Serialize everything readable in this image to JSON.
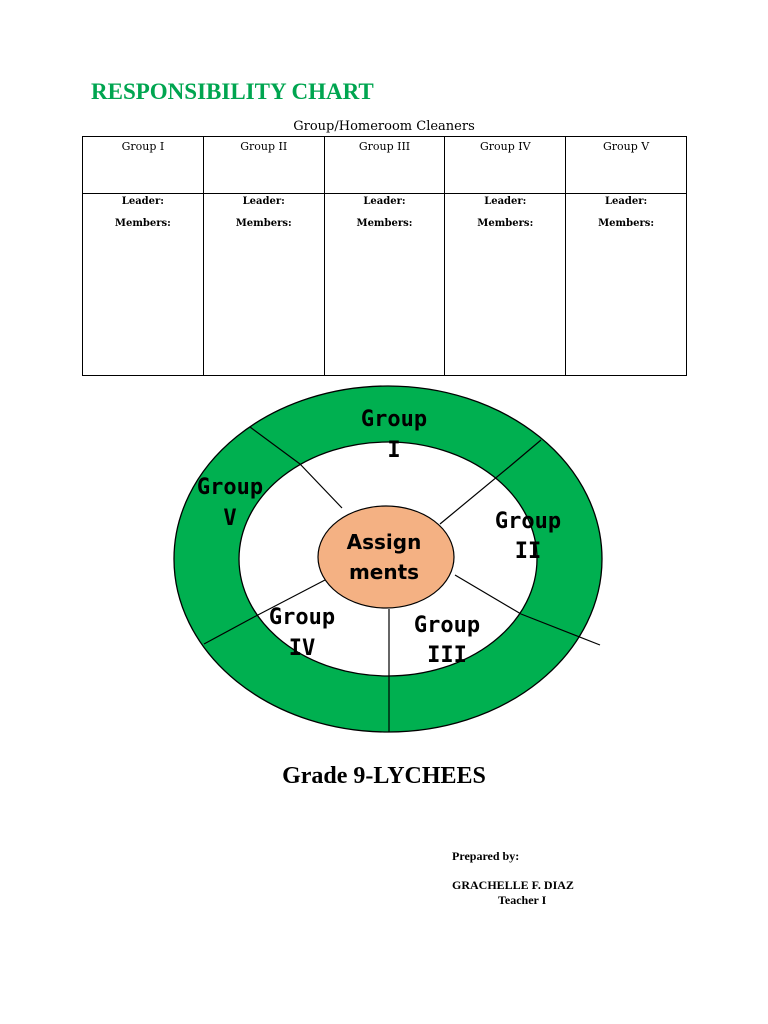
{
  "title": "RESPONSIBILITY CHART",
  "table": {
    "caption": "Group/Homeroom Cleaners",
    "columns": [
      "Group I",
      "Group II",
      "Group III",
      "Group IV",
      "Group V"
    ],
    "leader_label": "Leader:",
    "members_label": "Members:"
  },
  "wheel": {
    "center": [
      "Assign",
      "ments"
    ],
    "segments": [
      [
        "Group",
        "I"
      ],
      [
        "Group",
        "II"
      ],
      [
        "Group",
        "III"
      ],
      [
        "Group",
        "IV"
      ],
      [
        "Group",
        "V"
      ]
    ]
  },
  "class_name": "Grade 9-LYCHEES",
  "prepared": {
    "label": "Prepared by:",
    "name": "GRACHELLE F. DIAZ",
    "role": "Teacher I"
  },
  "colors": {
    "title": "#00a550",
    "ring": "#00b050",
    "center": "#f4b183"
  }
}
